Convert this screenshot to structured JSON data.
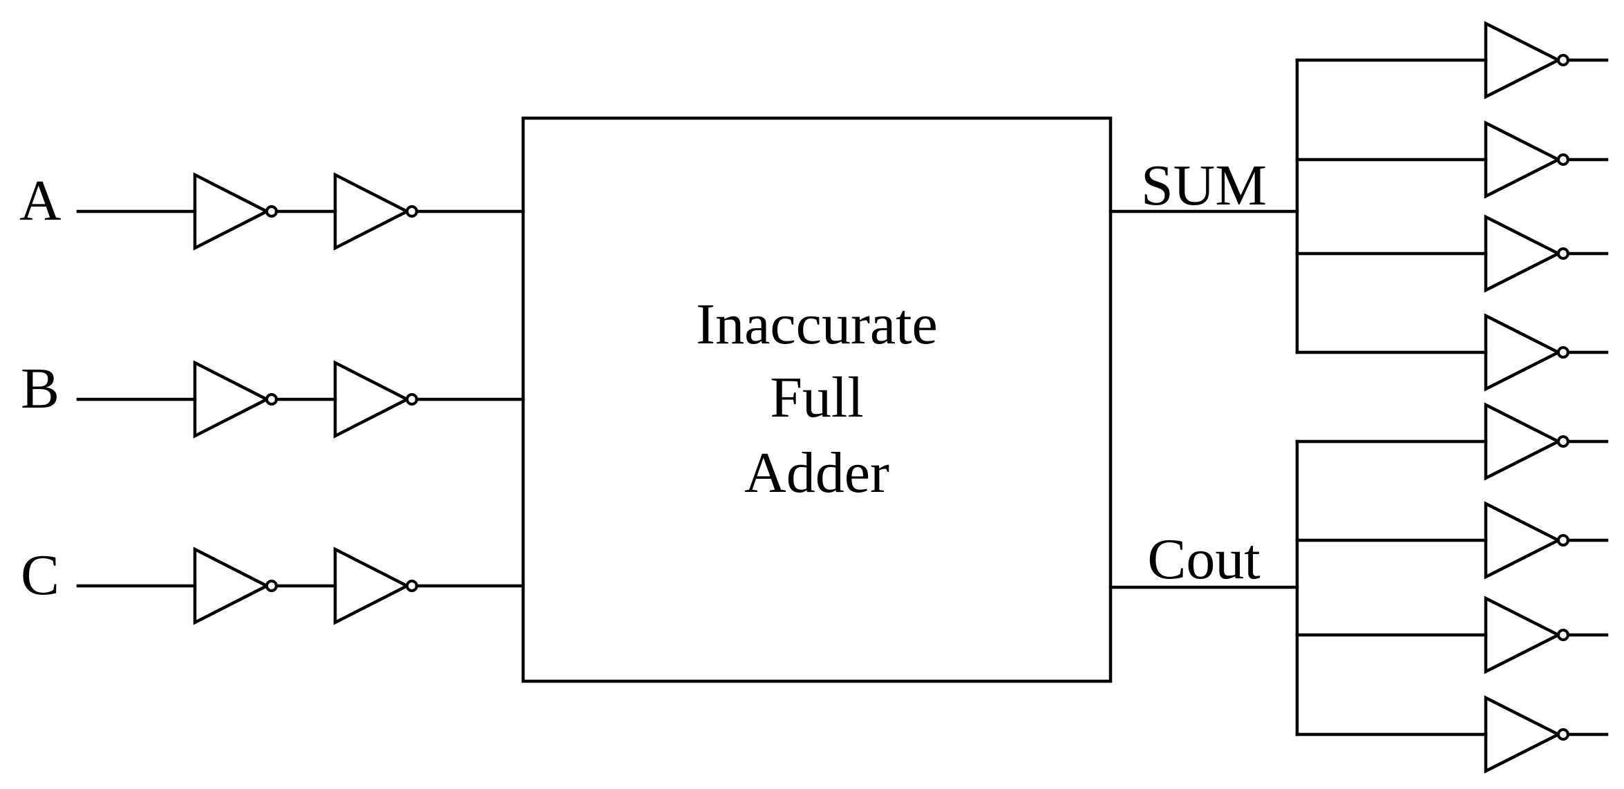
{
  "inputs": [
    "A",
    "B",
    "C"
  ],
  "outputs": [
    "SUM",
    "Cout"
  ],
  "block": {
    "lines": [
      "Inaccurate",
      "Full",
      "Adder"
    ]
  },
  "colors": {
    "stroke": "#000000",
    "background": "#ffffff"
  },
  "gates": {
    "symbol": "inverter",
    "input_chain_length": 2,
    "fanout_per_output": 4
  }
}
